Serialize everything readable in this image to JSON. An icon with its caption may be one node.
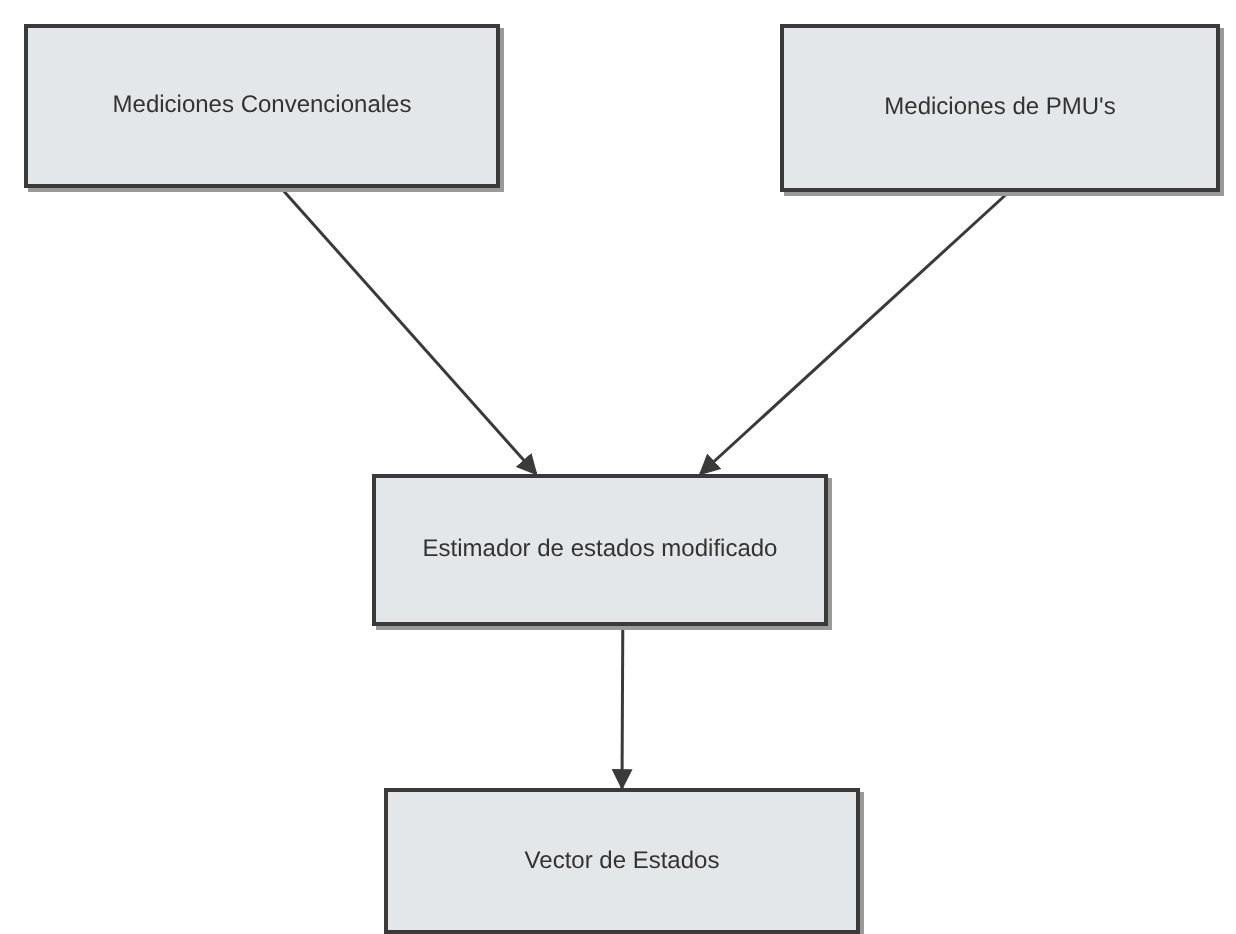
{
  "diagram": {
    "nodes": [
      {
        "text": [
          "Mediciones Convencionales"
        ]
      },
      {
        "text": [
          "Mediciones de PMU's"
        ]
      },
      {
        "text": [
          "Estimador de estados modificado"
        ]
      },
      {
        "text": [
          "Vector de Estados"
        ]
      }
    ],
    "edges": [
      {
        "from": 0,
        "to": 2,
        "arrow": "to"
      },
      {
        "from": 1,
        "to": 2,
        "arrow": "to"
      },
      {
        "from": 2,
        "to": 3,
        "arrow": "to"
      }
    ]
  }
}
